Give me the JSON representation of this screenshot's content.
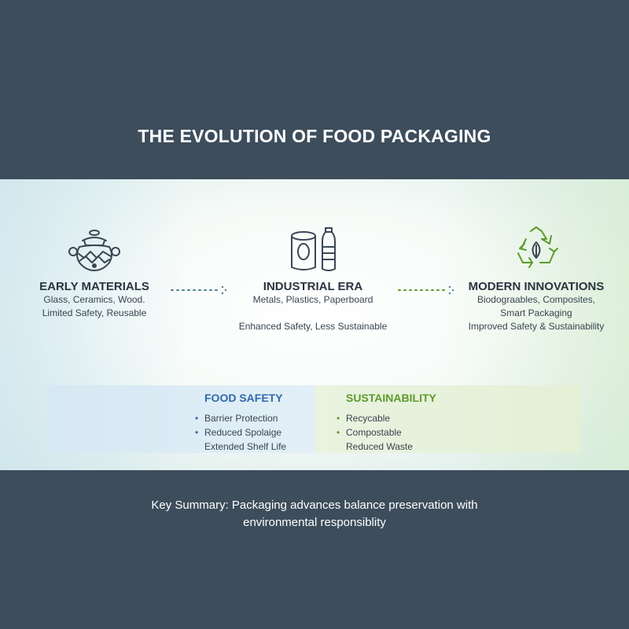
{
  "title": "THE EVOLUTION OF FOOD PACKAGING",
  "stages": [
    {
      "name": "EARLY MATERIALS",
      "icon": "clay-pot-icon",
      "lines": [
        "Glass, Ceramics, Wood.",
        "Limited Safety, Reusable"
      ]
    },
    {
      "name": "INDUSTRIAL ERA",
      "icon": "can-and-bottle-icon",
      "lines": [
        "Metals, Plastics, Paperboard",
        "Enhanced Safety, Less Sustainable"
      ]
    },
    {
      "name": "MODERN INNOVATIONS",
      "icon": "recycle-leaf-icon",
      "lines": [
        "Biodograables, Composites,",
        "Smart Packaging",
        "Improved Safety & Sustainability"
      ]
    }
  ],
  "food_safety": {
    "heading": "FOOD SAFETY",
    "items": [
      "Barrier Protection",
      "Reduced Spolaige",
      "Extended Shelf Life"
    ]
  },
  "sustainability": {
    "heading": "SUSTAINABILITY",
    "items": [
      "Recycable",
      "Compostable",
      "Reduced Waste"
    ]
  },
  "summary": {
    "line1": "Key Summary: Packaging advances balance preservation with",
    "line2": "environmental responsiblity"
  },
  "colors": {
    "background": "#3d4d5c",
    "safety_accent": "#2f6aa9",
    "sustainability_accent": "#5f9a2c",
    "icon_stroke": "#3a4754",
    "arrow_1": "#4a7f9a",
    "arrow_2": "#5f9a2c"
  }
}
